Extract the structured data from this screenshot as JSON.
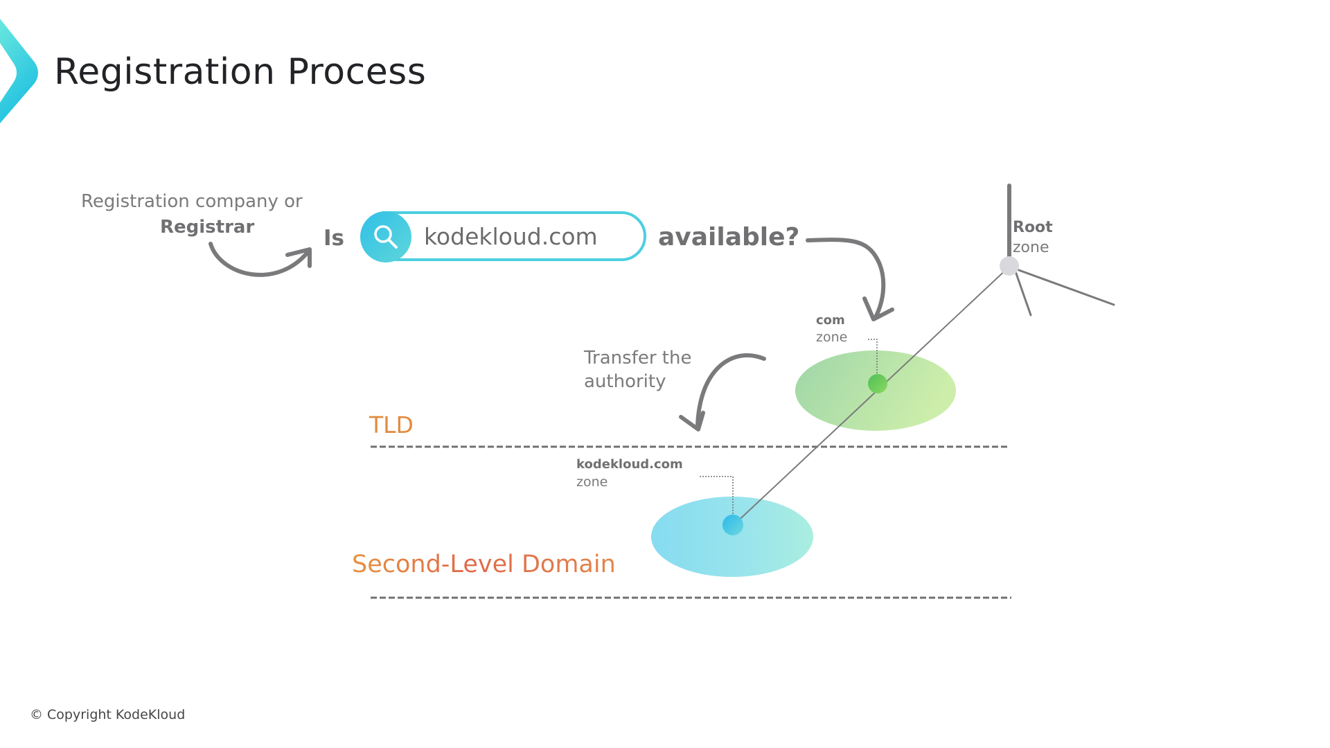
{
  "slide": {
    "title": "Registration Process",
    "copyright": "© Copyright KodeKloud"
  },
  "registrar": {
    "line1": "Registration company or",
    "line2": "Registrar"
  },
  "query": {
    "prefix": "Is",
    "search_icon": "search-icon",
    "domain_value": "kodekloud.com",
    "suffix": "available?"
  },
  "root_node": {
    "name": "Root",
    "zone_label": "zone",
    "color": "#d9d9dd"
  },
  "tld_node": {
    "name": "com",
    "zone_label": "zone",
    "color": "#5cc65e"
  },
  "sld_node": {
    "name": "kodekloud.com",
    "zone_label": "zone",
    "color": "#3cc5e6"
  },
  "transfer_note": {
    "line1": "Transfer the",
    "line2": "authority"
  },
  "levels": {
    "tld": "TLD",
    "sld": "Second-Level Domain"
  },
  "colors": {
    "accent_teal": "#2fc8e0",
    "level_orange": "#e28b3f",
    "arrow_gray": "#7a7a7c"
  }
}
